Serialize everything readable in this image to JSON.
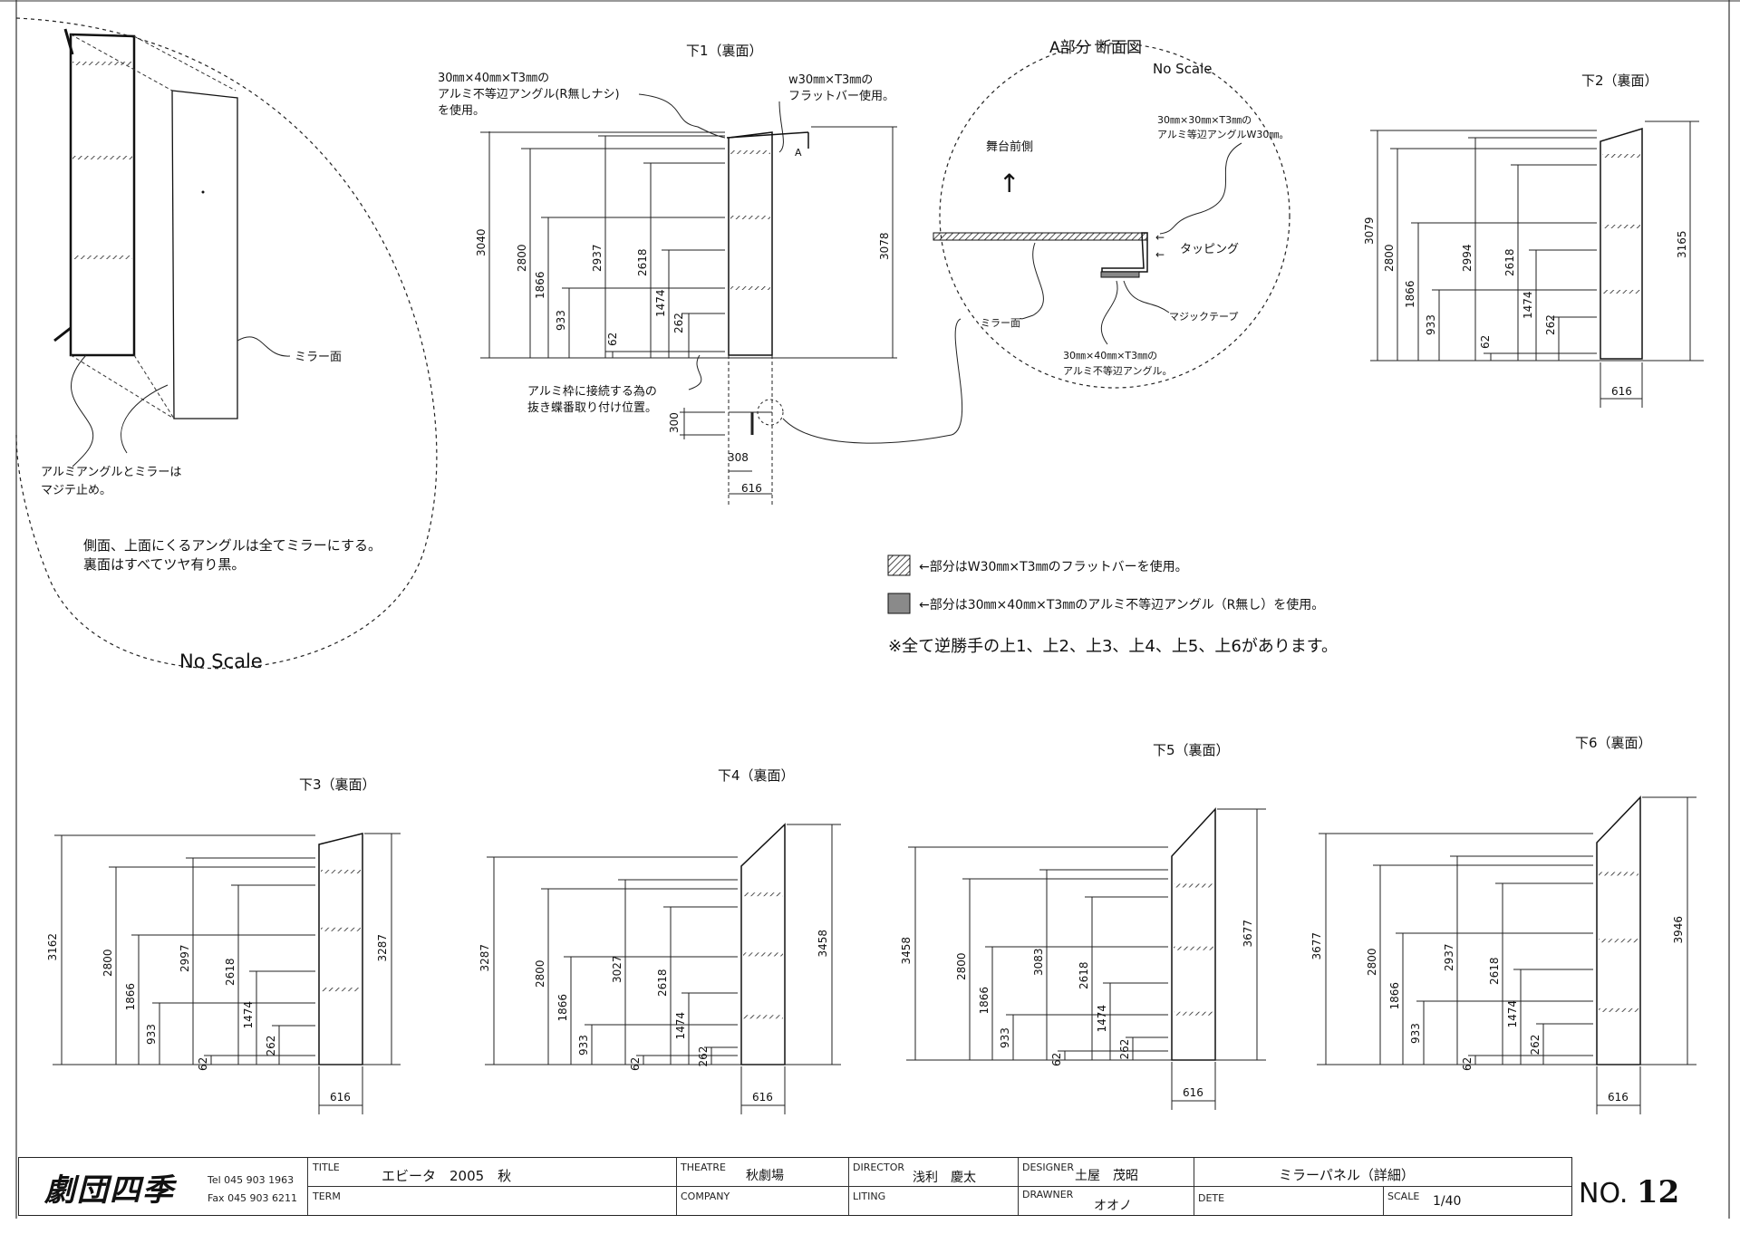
{
  "side_view": {
    "label_mirror_face": "ミラー面",
    "label_fix": [
      "アルミアングルとミラーは",
      "マジテ止め。"
    ],
    "note": [
      "側面、上面にくるアングルは全てミラーにする。",
      "裏面はすべてツヤ有り黒。"
    ],
    "scale_note": "No Scale"
  },
  "panel_shimo1": {
    "title": "下1（裏面）",
    "callout_angle": [
      "30㎜×40㎜×T3㎜の",
      "アルミ不等辺アングル(R無しナシ)",
      "を使用。"
    ],
    "callout_flatbar": [
      "w30㎜×T3㎜の",
      "フラットバー使用。"
    ],
    "marker_a": "A",
    "callout_hinge": [
      "アルミ枠に接続する為の",
      "抜き蝶番取り付け位置。"
    ],
    "dims": {
      "left_total": "3040",
      "right_total": "3078",
      "d2800": "2800",
      "d1866": "1866",
      "d933": "933",
      "d2937": "2937",
      "d2618": "2618",
      "d1474": "1474",
      "d262": "262",
      "d62": "62",
      "w616": "616",
      "h300": "300",
      "w308": "308",
      "w616b": "616"
    }
  },
  "detail_a": {
    "title": "A部分 断面図",
    "scale_note": "No Scale",
    "stage_front": "舞台前側",
    "arrow": "↑",
    "angle_equal": [
      "30㎜×30㎜×T3㎜の",
      "アルミ等辺アングルW30㎜。"
    ],
    "tapping": "タッピング",
    "tapping_arrows": [
      "←",
      "←"
    ],
    "mirror_face": "ミラー面",
    "magic_tape": "マジックテープ",
    "angle_unequal": [
      "30㎜×40㎜×T3㎜の",
      "アルミ不等辺アングル。"
    ]
  },
  "panel_shimo2": {
    "title": "下2（裏面）",
    "dims": {
      "left_total": "3079",
      "right_total": "3165",
      "d2800": "2800",
      "d1866": "1866",
      "d933": "933",
      "d2994": "2994",
      "d2618": "2618",
      "d1474": "1474",
      "d262": "262",
      "d62": "62",
      "w616": "616"
    }
  },
  "legend": {
    "item1": "←部分はW30㎜×T3㎜のフラットバーを使用。",
    "item2": "←部分は30㎜×40㎜×T3㎜のアルミ不等辺アングル（R無し）を使用。",
    "note": "※全て逆勝手の上1、上2、上3、上4、上5、上6があります。"
  },
  "panel_shimo3": {
    "title": "下3（裏面）",
    "dims": {
      "left_total": "3162",
      "right_total": "3287",
      "d2800": "2800",
      "d1866": "1866",
      "d933": "933",
      "dmid": "2997",
      "d2618": "2618",
      "d1474": "1474",
      "d262": "262",
      "d62": "62",
      "w616": "616"
    }
  },
  "panel_shimo4": {
    "title": "下4（裏面）",
    "dims": {
      "left_total": "3287",
      "right_total": "3458",
      "d2800": "2800",
      "d1866": "1866",
      "d933": "933",
      "dmid": "3027",
      "d2618": "2618",
      "d1474": "1474",
      "d262": "262",
      "d62": "62",
      "w616": "616"
    }
  },
  "panel_shimo5": {
    "title": "下5（裏面）",
    "dims": {
      "left_total": "3458",
      "right_total": "3677",
      "d2800": "2800",
      "d1866": "1866",
      "d933": "933",
      "dmid": "3083",
      "d2618": "2618",
      "d1474": "1474",
      "d262": "262",
      "d62": "62",
      "w616": "616"
    }
  },
  "panel_shimo6": {
    "title": "下6（裏面）",
    "dims": {
      "left_total": "3677",
      "right_total": "3946",
      "d2800": "2800",
      "d1866": "1866",
      "d933": "933",
      "dmid": "2937",
      "d2618": "2618",
      "d1474": "1474",
      "d262": "262",
      "d62": "62",
      "w616": "616"
    }
  },
  "title_block": {
    "logo": "劇団四季",
    "tel": "Tel  045 903 1963",
    "fax": "Fax 045 903 6211",
    "title_label": "TITLE",
    "title_value": "エビータ　2005　秋",
    "term_label": "TERM",
    "theatre_label": "THEATRE",
    "theatre_value": "秋劇場",
    "company_label": "COMPANY",
    "director_label": "DIRECTOR",
    "director_value": "浅利　慶太",
    "liting_label": "LITING",
    "designer_label": "DESIGNER",
    "designer_value": "土屋　茂昭",
    "drawner_label": "DRAWNER",
    "drawner_value": "オオノ",
    "drawing_name": "ミラーパネル（詳細）",
    "dete_label": "DETE",
    "scale_label": "SCALE",
    "scale_value": "1/40",
    "no_prefix": "NO.",
    "no_value": "12"
  }
}
